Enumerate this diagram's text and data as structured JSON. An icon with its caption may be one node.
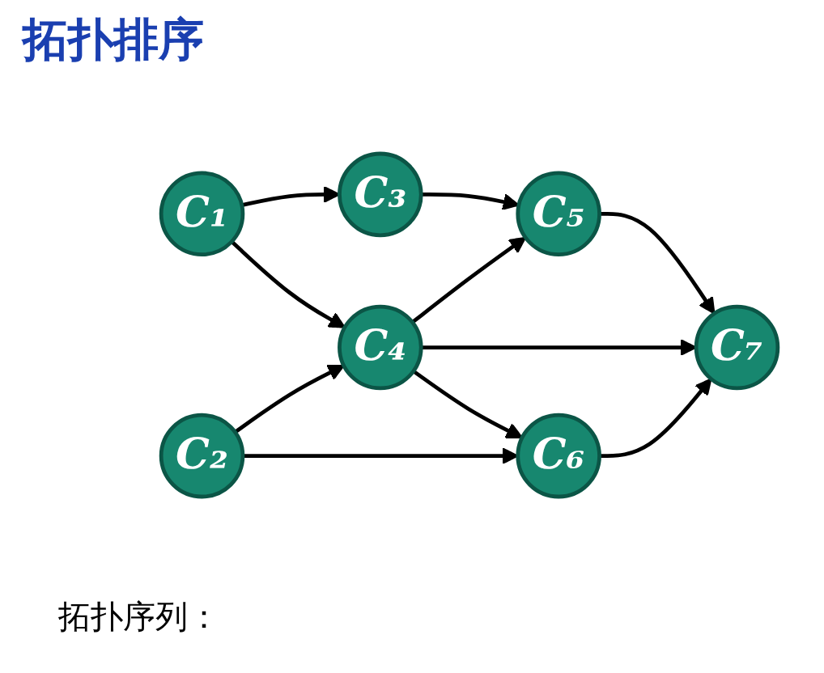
{
  "diagram": {
    "title": "拓扑排序",
    "nodes": [
      {
        "text": [
          "C₁"
        ]
      },
      {
        "text": [
          "C₂"
        ]
      },
      {
        "text": [
          "C₃"
        ]
      },
      {
        "text": [
          "C₄"
        ]
      },
      {
        "text": [
          "C₅"
        ]
      },
      {
        "text": [
          "C₆"
        ]
      },
      {
        "text": [
          "C₇"
        ]
      }
    ],
    "edges": [
      {
        "from": 0,
        "to": 2,
        "arrow": "to"
      },
      {
        "from": 0,
        "to": 3,
        "arrow": "to"
      },
      {
        "from": 1,
        "to": 3,
        "arrow": "to"
      },
      {
        "from": 1,
        "to": 5,
        "arrow": "to"
      },
      {
        "from": 2,
        "to": 4,
        "arrow": "to"
      },
      {
        "from": 3,
        "to": 4,
        "arrow": "to"
      },
      {
        "from": 3,
        "to": 6,
        "arrow": "to"
      },
      {
        "from": 3,
        "to": 5,
        "arrow": "to"
      },
      {
        "from": 4,
        "to": 6,
        "arrow": "to"
      },
      {
        "from": 5,
        "to": 6,
        "arrow": "to"
      }
    ],
    "labels": [
      "拓扑序列："
    ]
  }
}
